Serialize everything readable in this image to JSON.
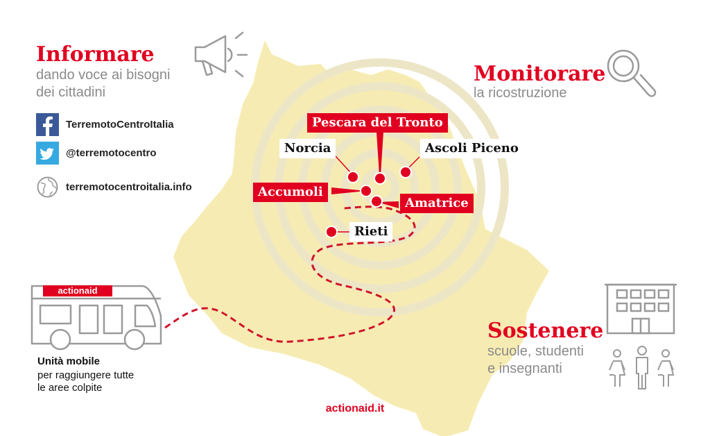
{
  "colors": {
    "accent_red": "#e1001f",
    "region_fill": "#f6ecb3",
    "ring_color": "#ede6c6",
    "grey_icon": "#9a9a9a"
  },
  "informare": {
    "title": "Informare",
    "subtitle_lines": [
      "dando voce ai bisogni",
      "dei cittadini"
    ],
    "icon": "megaphone-icon"
  },
  "monitorare": {
    "title": "Monitorare",
    "subtitle": "la ricostruzione",
    "icon": "magnifier-icon"
  },
  "sostenere": {
    "title": "Sostenere",
    "subtitle_lines": [
      "scuole, studenti",
      "e insegnanti"
    ],
    "icon": "school-building-icon"
  },
  "social": [
    {
      "icon": "facebook-icon",
      "text": "TerremotoCentroItalia"
    },
    {
      "icon": "twitter-icon",
      "text": "@terremotocentro"
    },
    {
      "icon": "globe-icon",
      "text": "terremotocentroitalia.info"
    }
  ],
  "cities": [
    {
      "name": "Pescara del Tronto",
      "style": "red"
    },
    {
      "name": "Norcia",
      "style": "white"
    },
    {
      "name": "Ascoli Piceno",
      "style": "white"
    },
    {
      "name": "Accumoli",
      "style": "red"
    },
    {
      "name": "Amatrice",
      "style": "red"
    },
    {
      "name": "Rieti",
      "style": "white"
    }
  ],
  "mobile_unit": {
    "badge": "actionaid",
    "title": "Unità mobile",
    "subtitle_lines": [
      "per raggiungere tutte",
      "le aree colpite"
    ],
    "icon": "camper-van-icon"
  },
  "people_icon": "family-people-icon",
  "footer": "actionaid.it"
}
